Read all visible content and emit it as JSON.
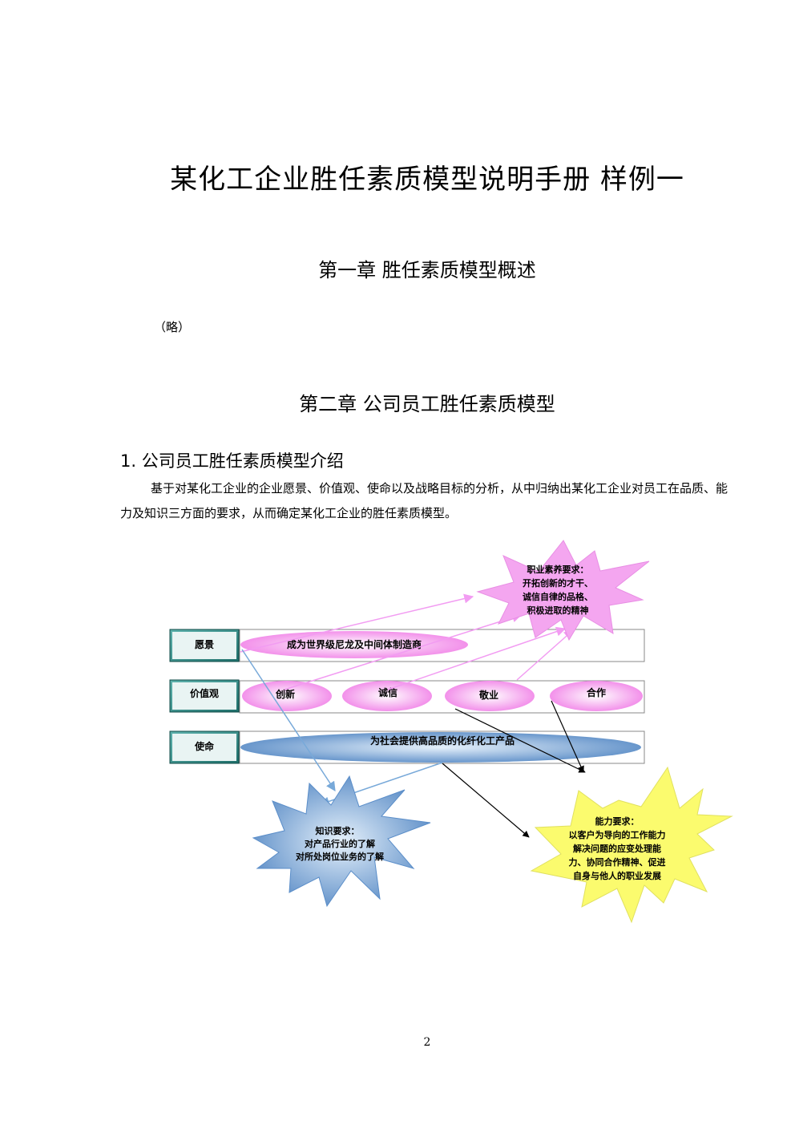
{
  "document": {
    "title": "某化工企业胜任素质模型说明手册 样例一",
    "chapter1": {
      "heading": "第一章 胜任素质模型概述",
      "body": "（略）"
    },
    "chapter2": {
      "heading": "第二章 公司员工胜任素质模型",
      "section1_heading": "1. 公司员工胜任素质模型介绍",
      "section1_paragraph": "基于对某化工企业的企业愿景、价值观、使命以及战略目标的分析，从中归纳出某化工企业对员工在品质、能力及知识三方面的要求，从而确定某化工企业的胜任素质模型。"
    },
    "page_number": "2"
  },
  "diagram": {
    "rows": {
      "vision": {
        "label": "愿景",
        "content": "成为世界级尼龙及中间体制造商"
      },
      "values": {
        "label": "价值观",
        "items": [
          "创新",
          "诚信",
          "敬业",
          "合作"
        ]
      },
      "mission": {
        "label": "使命",
        "content": "为社会提供高品质的化纤化工产品"
      }
    },
    "professional": {
      "title": "职业素养要求：",
      "lines": [
        "开拓创新的才干、",
        "诚信自律的品格、",
        "积极进取的精神"
      ]
    },
    "knowledge": {
      "title": "知识要求：",
      "lines": [
        "对产品行业的了解",
        "对所处岗位业务的了解"
      ]
    },
    "ability": {
      "title": "能力要求：",
      "lines": [
        "以客户为导向的工作能力",
        "解决问题的应变处理能",
        "力、协同合作精神、促进",
        "自身与他人的职业发展"
      ]
    },
    "colors": {
      "label_box": "#2e8b86",
      "pink": "#f4a6f0",
      "blue": "#7aa6d8",
      "yellow": "#fbfb6e",
      "pink_arrow": "#f29cf2",
      "blue_arrow": "#78a9d9"
    }
  }
}
